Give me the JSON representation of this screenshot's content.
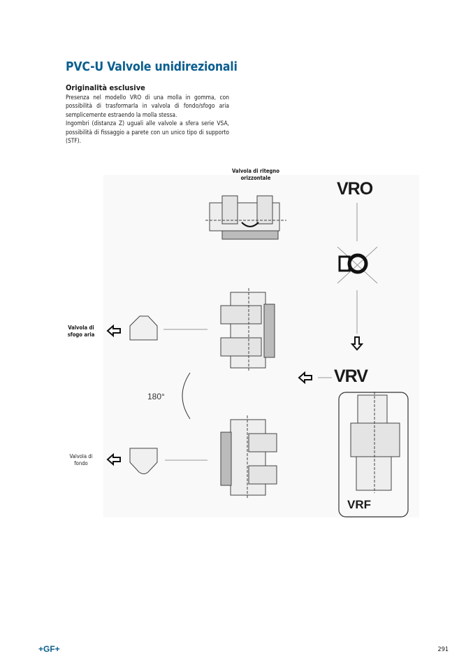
{
  "page": {
    "title": "PVC-U Valvole unidirezionali",
    "subtitle": "Originalità esclusive",
    "paragraphs": [
      "Presenza nel modello VRO di una molla in gomma, con possibilità di trasformarla in valvola di fondo/sfogo aria semplicemente estraendo la molla stessa.",
      "Ingombri (distanza Z) uguali alle valvole a sfera serie VSA, possibilità di fissaggio a parete con un unico tipo di supporto (STF)."
    ],
    "page_number": "291",
    "logo_text": "+GF+"
  },
  "diagram": {
    "label_horizontal": [
      "Valvola di ritegno",
      "orizzontale"
    ],
    "label_air_vent": [
      "Valvola di",
      "sfogo aria"
    ],
    "label_foot": [
      "Valvola di",
      "fondo"
    ],
    "vro": "VRO",
    "vrv": "VRV",
    "vrf": "VRF",
    "rotation": "180°"
  },
  "colors": {
    "accent": "#0b5f8f"
  }
}
